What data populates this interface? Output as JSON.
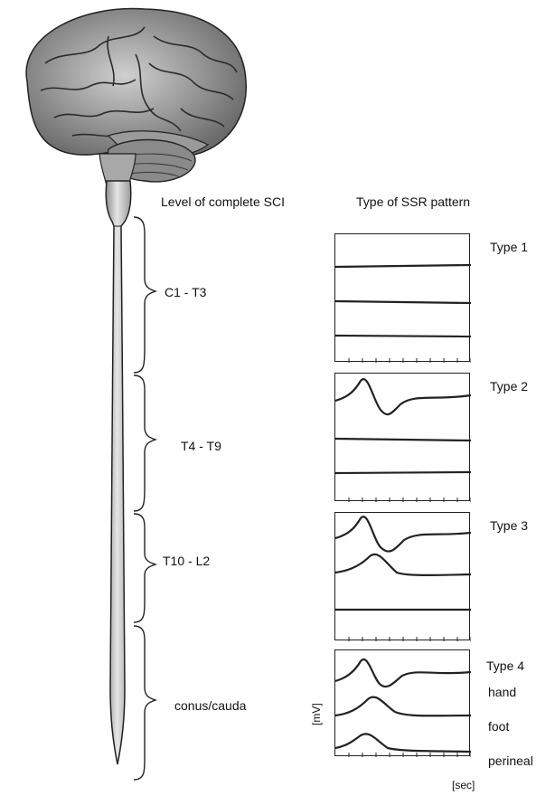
{
  "headers": {
    "level": "Level of complete SCI",
    "type": "Type of SSR pattern"
  },
  "levels": [
    {
      "label": "C1 - T3"
    },
    {
      "label": "T4 - T9"
    },
    {
      "label": "T10 - L2"
    },
    {
      "label": "conus/cauda"
    }
  ],
  "panels": [
    {
      "type_label": "Type 1",
      "traces": [
        "flat",
        "flat",
        "flat"
      ],
      "trace_labels": []
    },
    {
      "type_label": "Type 2",
      "traces": [
        "response",
        "flat",
        "flat"
      ],
      "trace_labels": []
    },
    {
      "type_label": "Type 3",
      "traces": [
        "response",
        "response",
        "flat"
      ],
      "trace_labels": []
    },
    {
      "type_label": "Type 4",
      "traces": [
        "response",
        "response",
        "response"
      ],
      "trace_labels": [
        "hand",
        "foot",
        "perineal"
      ]
    }
  ],
  "axis": {
    "y_unit": "[mV]",
    "x_unit": "[sec]"
  },
  "colors": {
    "line": "#222222",
    "brain": "#7a7a7a",
    "spine": "#b8b8b8"
  }
}
